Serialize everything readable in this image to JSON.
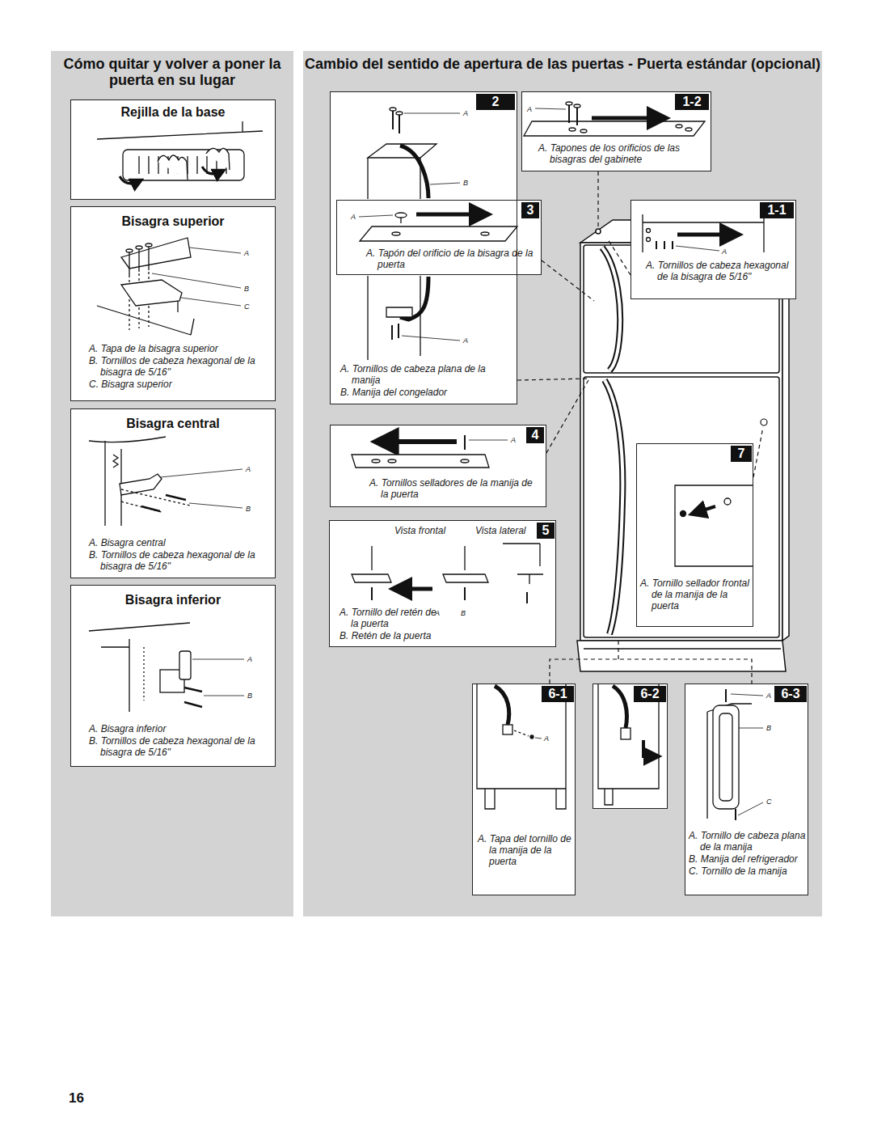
{
  "diagram": {
    "nodes": [
      {
        "text": [
          "Cómo quitar y volver a poner la puerta en su lugar"
        ]
      },
      {
        "text": [
          "Rejilla de la base"
        ],
        "in": 0
      },
      {
        "text": [
          "Bisagra superior",
          "A. Tapa de la bisagra superior",
          "B. Tornillos de cabeza hexagonal de la bisagra de 5/16\"",
          "C. Bisagra superior"
        ],
        "in": 0
      },
      {
        "text": [
          "Bisagra central",
          "A. Bisagra central",
          "B. Tornillos de cabeza hexagonal de la bisagra de 5/16\""
        ],
        "in": 0
      },
      {
        "text": [
          "Bisagra inferior",
          "A. Bisagra inferior",
          "B. Tornillos de cabeza hexagonal de la bisagra de 5/16\""
        ],
        "in": 0
      },
      {
        "text": [
          "Cambio del sentido de apertura de las puertas - Puerta estándar (opcional)"
        ]
      },
      {
        "text": [
          "2",
          "A. Tornillos de cabeza plana de la manija",
          "B. Manija del congelador"
        ],
        "in": 5
      },
      {
        "text": [
          "3",
          "A. Tapón del orificio de la bisagra de la puerta"
        ],
        "in": 6
      },
      {
        "text": [
          "1-2",
          "A. Tapones de los orificios de las bisagras del gabinete"
        ],
        "in": 5
      },
      {
        "text": [
          "1-1",
          "A. Tornillos de cabeza hexagonal de la bisagra de 5/16\""
        ],
        "in": 5
      },
      {
        "text": [
          "4",
          "A. Tornillos selladores de la manija de la puerta"
        ],
        "in": 5
      },
      {
        "text": [
          "Vista frontal",
          "Vista lateral",
          "5",
          "A. Tornillo del retén de la puerta",
          "B. Retén de la puerta"
        ],
        "in": 5
      },
      {
        "text": [
          "7",
          "A. Tornillo sellador frontal de la manija de la puerta"
        ],
        "in": 5
      },
      {
        "text": [
          "6-1",
          "A. Tapa del tornillo de la manija de la puerta"
        ],
        "in": 5
      },
      {
        "text": [
          "6-2"
        ],
        "in": 5
      },
      {
        "text": [
          "6-3",
          "A. Tornillo de cabeza plana de la manija",
          "B. Manija del refrigerador",
          "C. Tornillo de la manija"
        ],
        "in": 5
      }
    ],
    "labels": [
      "A",
      "B",
      "C",
      "A",
      "B",
      "A",
      "B",
      "A",
      "B",
      "A",
      "A",
      "A",
      "A",
      "A",
      "A",
      "B",
      "A",
      "A",
      "B",
      "C",
      "16"
    ]
  }
}
